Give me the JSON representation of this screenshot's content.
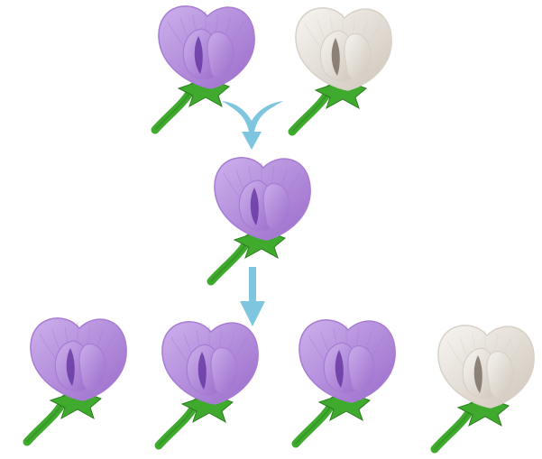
{
  "colors": {
    "purple_light": "#C6A4E6",
    "purple_mid": "#A87CD4",
    "purple_dark": "#5E2E9C",
    "white_light": "#F2EFEA",
    "white_mid": "#D8D1C8",
    "white_dark": "#6E6256",
    "stem": "#3FAA2E",
    "stem_dark": "#2B7C1F",
    "arrow": "#7EC6E0"
  },
  "generations": {
    "parents": [
      {
        "color": "purple"
      },
      {
        "color": "white"
      }
    ],
    "f1": [
      {
        "color": "purple"
      }
    ],
    "f2": [
      {
        "color": "purple"
      },
      {
        "color": "purple"
      },
      {
        "color": "purple"
      },
      {
        "color": "white"
      }
    ]
  },
  "arrows": [
    "merge-arrow",
    "down-arrow"
  ]
}
